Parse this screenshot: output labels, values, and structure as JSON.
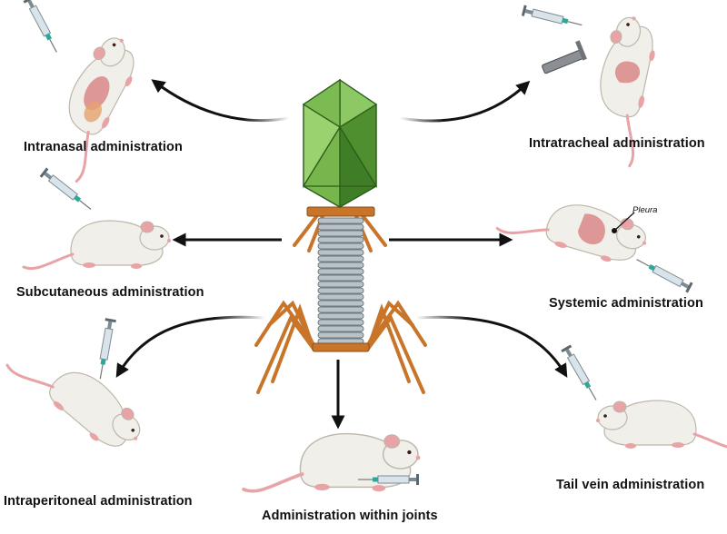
{
  "routes": {
    "intranasal": "Intranasal administration",
    "intratracheal": "Intratracheal administration",
    "subcutaneous": "Subcutaneous administration",
    "systemic": "Systemic administration",
    "intraperitoneal": "Intraperitoneal administration",
    "joints": "Administration within joints",
    "tail_vein": "Tail vein administration"
  },
  "annotations": {
    "pleura": "Pleura"
  },
  "colors": {
    "capsid_light": "#8cc864",
    "capsid_mid": "#66ab3f",
    "capsid_dark": "#3f7d26",
    "tail_sheath": "#b9c3c7",
    "fiber_orange": "#c8752a",
    "arrow": "#111111",
    "mouse_body": "#f1efe9",
    "mouse_pink": "#e8a3a6",
    "organ": "#d98787"
  },
  "icons": [
    "bacteriophage-icon",
    "mouse-icon",
    "syringe-icon",
    "lung-icon"
  ]
}
